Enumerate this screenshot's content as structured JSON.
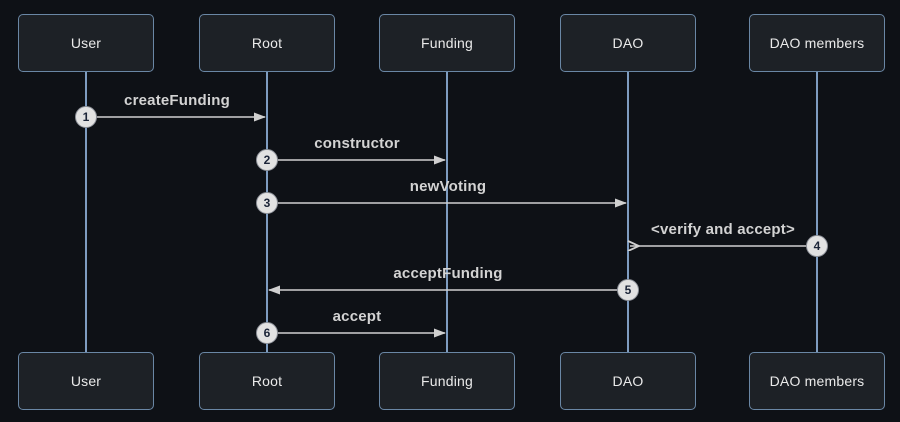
{
  "diagram": {
    "type": "sequence-diagram",
    "actors": [
      {
        "label": "User"
      },
      {
        "label": "Root"
      },
      {
        "label": "Funding"
      },
      {
        "label": "DAO"
      },
      {
        "label": "DAO members"
      }
    ],
    "messages": [
      {
        "number": "1",
        "label": "createFunding",
        "from": "User",
        "to": "Root",
        "arrowhead": "solid"
      },
      {
        "number": "2",
        "label": "constructor",
        "from": "Root",
        "to": "Funding",
        "arrowhead": "solid"
      },
      {
        "number": "3",
        "label": "newVoting",
        "from": "Root",
        "to": "DAO",
        "arrowhead": "solid"
      },
      {
        "number": "4",
        "label": "<verify and accept>",
        "from": "DAO members",
        "to": "DAO",
        "arrowhead": "open"
      },
      {
        "number": "5",
        "label": "acceptFunding",
        "from": "DAO",
        "to": "Root",
        "arrowhead": "solid"
      },
      {
        "number": "6",
        "label": "accept",
        "from": "Root",
        "to": "Funding",
        "arrowhead": "solid"
      }
    ],
    "colors": {
      "background": "#0e1116",
      "actor_fill": "#1d2126",
      "actor_border": "#6a87a5",
      "lifeline": "#7e9cc0",
      "arrow": "#d0d0d0",
      "message_text": "#d3d3d3",
      "actor_text": "#eaeaea",
      "badge_fill": "#e2e2e2",
      "badge_text": "#1b2438"
    }
  }
}
